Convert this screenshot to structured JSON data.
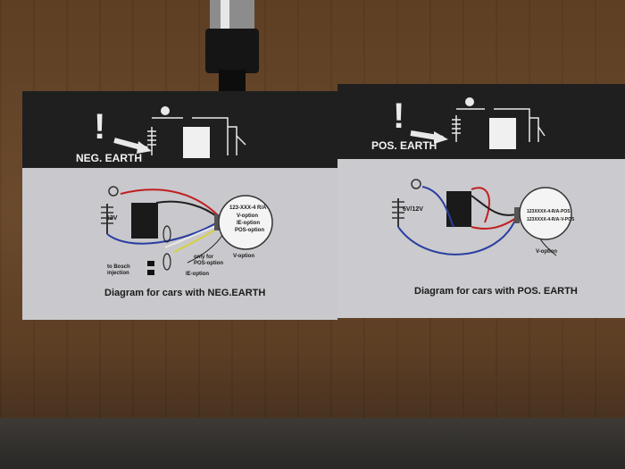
{
  "left_page": {
    "earth_label": "NEG. EARTH",
    "battery_label": "12V",
    "module_text": [
      "123-XXX-4 R/A",
      "V-option",
      "IE-option",
      "POS-option"
    ],
    "only_for_label": "only for",
    "pos_option_label": "POS-option",
    "bosch_label": "to Bosch",
    "injection_label": "injection",
    "ie_option_label": "IE-option",
    "v_option_label": "V-option",
    "caption": "Diagram for cars with NEG.EARTH"
  },
  "right_page": {
    "earth_label": "POS. EARTH",
    "battery_label": "6V/12V",
    "module_text": [
      "123XXXX-4-R/A-POS",
      "123XXXX-4-R/A-V-POS"
    ],
    "v_option_label": "V-option",
    "caption": "Diagram for cars with POS. EARTH"
  }
}
